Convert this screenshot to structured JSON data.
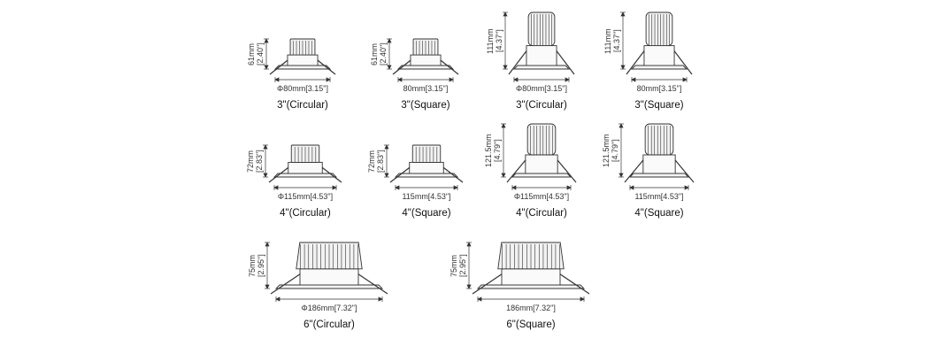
{
  "items": [
    {
      "caption": "3\"(Circular)",
      "width_label": "Φ80mm[3.15\"]",
      "height_mm": "61mm",
      "height_in": "[2.40\"]",
      "size": "3",
      "shape": "circular",
      "style": "compact"
    },
    {
      "caption": "3\"(Square)",
      "width_label": "80mm[3.15\"]",
      "height_mm": "61mm",
      "height_in": "[2.40\"]",
      "size": "3",
      "shape": "square",
      "style": "compact"
    },
    {
      "caption": "3\"(Circular)",
      "width_label": "Φ80mm[3.15\"]",
      "height_mm": "111mm",
      "height_in": "[4.37\"]",
      "size": "3",
      "shape": "circular",
      "style": "tall"
    },
    {
      "caption": "3\"(Square)",
      "width_label": "80mm[3.15\"]",
      "height_mm": "111mm",
      "height_in": "[4.37\"]",
      "size": "3",
      "shape": "square",
      "style": "tall"
    },
    {
      "caption": "4\"(Circular)",
      "width_label": "Φ115mm[4.53\"]",
      "height_mm": "72mm",
      "height_in": "[2.83\"]",
      "size": "4",
      "shape": "circular",
      "style": "compact"
    },
    {
      "caption": "4\"(Square)",
      "width_label": "115mm[4.53\"]",
      "height_mm": "72mm",
      "height_in": "[2.83\"]",
      "size": "4",
      "shape": "square",
      "style": "compact"
    },
    {
      "caption": "4\"(Circular)",
      "width_label": "Φ115mm[4.53\"]",
      "height_mm": "121.5mm",
      "height_in": "[4.79\"]",
      "size": "4",
      "shape": "circular",
      "style": "tall"
    },
    {
      "caption": "4\"(Square)",
      "width_label": "115mm[4.53\"]",
      "height_mm": "121.5mm",
      "height_in": "[4.79\"]",
      "size": "4",
      "shape": "square",
      "style": "tall"
    },
    {
      "caption": "6\"(Circular)",
      "width_label": "Φ186mm[7.32\"]",
      "height_mm": "75mm",
      "height_in": "[2.95\"]",
      "size": "6",
      "shape": "circular",
      "style": "wide"
    },
    {
      "caption": "6\"(Square)",
      "width_label": "186mm[7.32\"]",
      "height_mm": "75mm",
      "height_in": "[2.95\"]",
      "size": "6",
      "shape": "square",
      "style": "wide"
    }
  ]
}
